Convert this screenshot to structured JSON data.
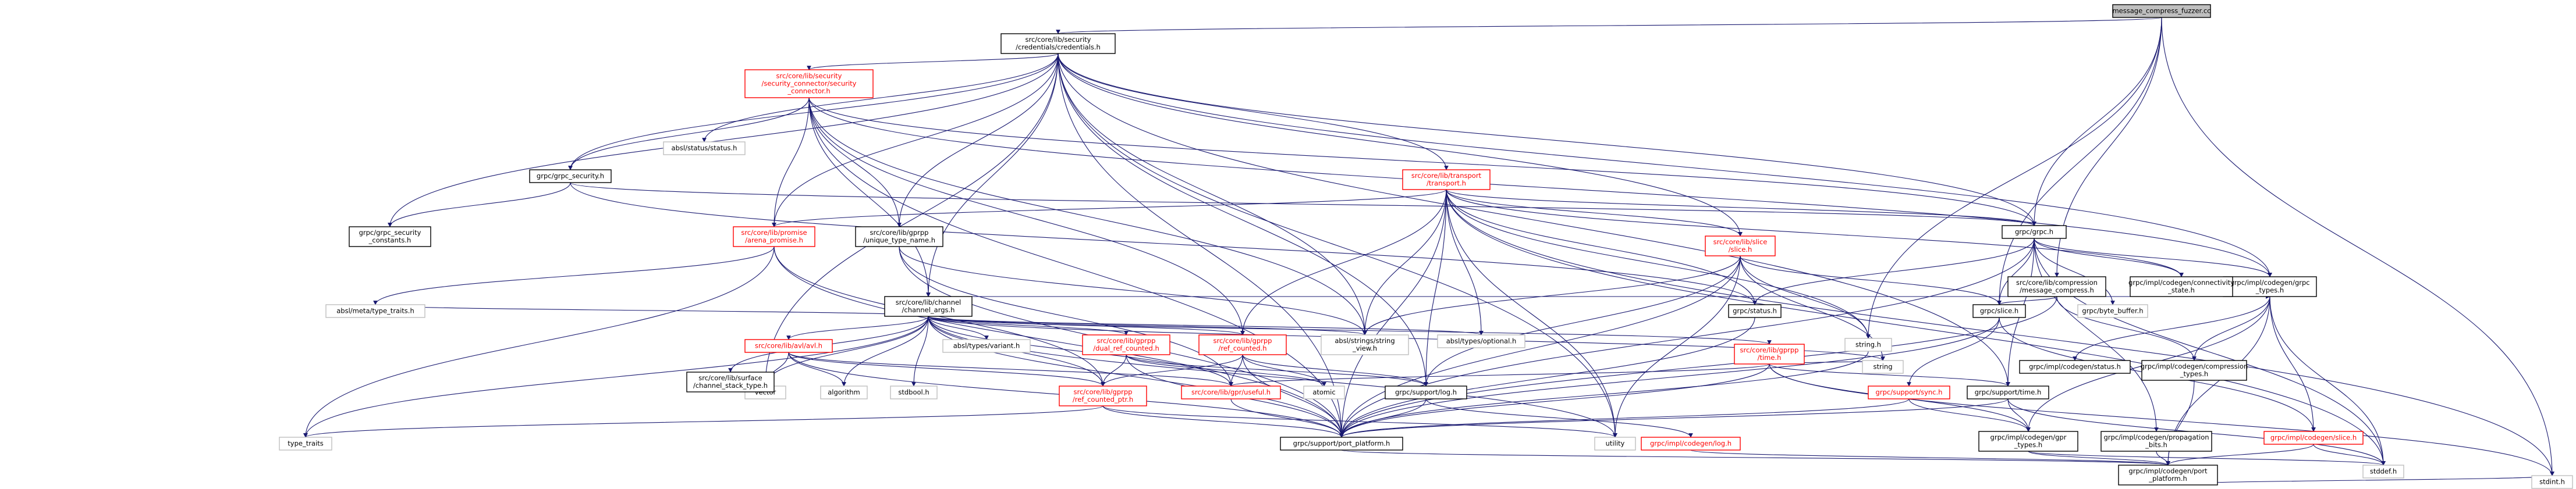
{
  "nodes": [
    {
      "id": "root",
      "lines": [
        "message_compress_fuzzer.cc"
      ],
      "style": "root"
    },
    {
      "id": "credentials",
      "lines": [
        "src/core/lib/security",
        "/credentials/credentials.h"
      ],
      "style": "normal"
    },
    {
      "id": "grpc_h",
      "lines": [
        "grpc/grpc.h"
      ],
      "style": "normal"
    },
    {
      "id": "compress",
      "lines": [
        "src/core/lib/compression",
        "/message_compress.h"
      ],
      "style": "normal"
    },
    {
      "id": "stdint",
      "lines": [
        "stdint.h"
      ],
      "style": "plain"
    },
    {
      "id": "security_connector",
      "lines": [
        "src/core/lib/security",
        "/security_connector/security",
        "_connector.h"
      ],
      "style": "red"
    },
    {
      "id": "absl_status",
      "lines": [
        "absl/status/status.h"
      ],
      "style": "plain"
    },
    {
      "id": "grpc_security",
      "lines": [
        "grpc/grpc_security.h"
      ],
      "style": "normal"
    },
    {
      "id": "transport",
      "lines": [
        "src/core/lib/transport",
        "/transport.h"
      ],
      "style": "red"
    },
    {
      "id": "security_constants",
      "lines": [
        "grpc/grpc_security",
        "_constants.h"
      ],
      "style": "normal"
    },
    {
      "id": "arena_promise",
      "lines": [
        "src/core/lib/promise",
        "/arena_promise.h"
      ],
      "style": "red"
    },
    {
      "id": "unique_type_name",
      "lines": [
        "src/core/lib/gprpp",
        "/unique_type_name.h"
      ],
      "style": "normal"
    },
    {
      "id": "channel_args",
      "lines": [
        "src/core/lib/channel",
        "/channel_args.h"
      ],
      "style": "normal"
    },
    {
      "id": "slice_slice",
      "lines": [
        "src/core/lib/slice",
        "/slice.h"
      ],
      "style": "red"
    },
    {
      "id": "impl_grpc_types",
      "lines": [
        "grpc/impl/codegen/grpc",
        "_types.h"
      ],
      "style": "normal"
    },
    {
      "id": "connectivity_state",
      "lines": [
        "grpc/impl/codegen/connectivity",
        "_state.h"
      ],
      "style": "normal"
    },
    {
      "id": "byte_buffer",
      "lines": [
        "grpc/byte_buffer.h"
      ],
      "style": "plain"
    },
    {
      "id": "grpc_slice",
      "lines": [
        "grpc/slice.h"
      ],
      "style": "normal"
    },
    {
      "id": "grpc_status",
      "lines": [
        "grpc/status.h"
      ],
      "style": "normal"
    },
    {
      "id": "type_traits_meta",
      "lines": [
        "absl/meta/type_traits.h"
      ],
      "style": "plain"
    },
    {
      "id": "absl_any",
      "lines": [
        "src/core/lib/avl/avl.h"
      ],
      "style": "red"
    },
    {
      "id": "types_variant",
      "lines": [
        "absl/types/variant.h"
      ],
      "style": "plain"
    },
    {
      "id": "dual_ref",
      "lines": [
        "src/core/lib/gprpp",
        "/dual_ref_counted.h"
      ],
      "style": "red"
    },
    {
      "id": "ref_counted",
      "lines": [
        "src/core/lib/gprpp",
        "/ref_counted.h"
      ],
      "style": "red"
    },
    {
      "id": "string_view",
      "lines": [
        "absl/strings/string",
        "_view.h"
      ],
      "style": "plain"
    },
    {
      "id": "optional",
      "lines": [
        "absl/types/optional.h"
      ],
      "style": "plain"
    },
    {
      "id": "gpr_time",
      "lines": [
        "src/core/lib/gprpp",
        "/time.h"
      ],
      "style": "red"
    },
    {
      "id": "string_h",
      "lines": [
        "string.h"
      ],
      "style": "plain"
    },
    {
      "id": "status_h_codegen",
      "lines": [
        "grpc/impl/codegen/status.h"
      ],
      "style": "normal"
    },
    {
      "id": "compression_types",
      "lines": [
        "grpc/impl/codegen/compression",
        "_types.h"
      ],
      "style": "normal"
    },
    {
      "id": "vector",
      "lines": [
        "vector"
      ],
      "style": "plain"
    },
    {
      "id": "algorithm",
      "lines": [
        "algorithm"
      ],
      "style": "plain"
    },
    {
      "id": "channel_stack_type",
      "lines": [
        "src/core/lib/surface",
        "/channel_stack_type.h"
      ],
      "style": "normal"
    },
    {
      "id": "stdbool",
      "lines": [
        "stdbool.h"
      ],
      "style": "plain"
    },
    {
      "id": "ref_counted_ptr",
      "lines": [
        "src/core/lib/gprpp",
        "/ref_counted_ptr.h"
      ],
      "style": "red"
    },
    {
      "id": "useful",
      "lines": [
        "src/core/lib/gpr/useful.h"
      ],
      "style": "red"
    },
    {
      "id": "atomic",
      "lines": [
        "atomic"
      ],
      "style": "plain"
    },
    {
      "id": "support_log",
      "lines": [
        "grpc/support/log.h"
      ],
      "style": "normal"
    },
    {
      "id": "support_sync",
      "lines": [
        "grpc/support/sync.h"
      ],
      "style": "red"
    },
    {
      "id": "support_time",
      "lines": [
        "grpc/support/time.h"
      ],
      "style": "normal"
    },
    {
      "id": "string_std",
      "lines": [
        "string"
      ],
      "style": "plain"
    },
    {
      "id": "utility",
      "lines": [
        "utility"
      ],
      "style": "plain"
    },
    {
      "id": "type_traits",
      "lines": [
        "type_traits"
      ],
      "style": "plain"
    },
    {
      "id": "port_platform",
      "lines": [
        "grpc/support/port_platform.h"
      ],
      "style": "normal"
    },
    {
      "id": "codegen_log",
      "lines": [
        "grpc/impl/codegen/log.h"
      ],
      "style": "red"
    },
    {
      "id": "gpr_types",
      "lines": [
        "grpc/impl/codegen/gpr",
        "_types.h"
      ],
      "style": "normal"
    },
    {
      "id": "propagation_bits",
      "lines": [
        "grpc/impl/codegen/propagation",
        "_bits.h"
      ],
      "style": "normal"
    },
    {
      "id": "codegen_slice",
      "lines": [
        "grpc/impl/codegen/slice.h"
      ],
      "style": "red"
    },
    {
      "id": "codegen_port_platform",
      "lines": [
        "grpc/impl/codegen/port",
        "_platform.h"
      ],
      "style": "normal"
    },
    {
      "id": "stddef",
      "lines": [
        "stddef.h"
      ],
      "style": "plain"
    }
  ]
}
